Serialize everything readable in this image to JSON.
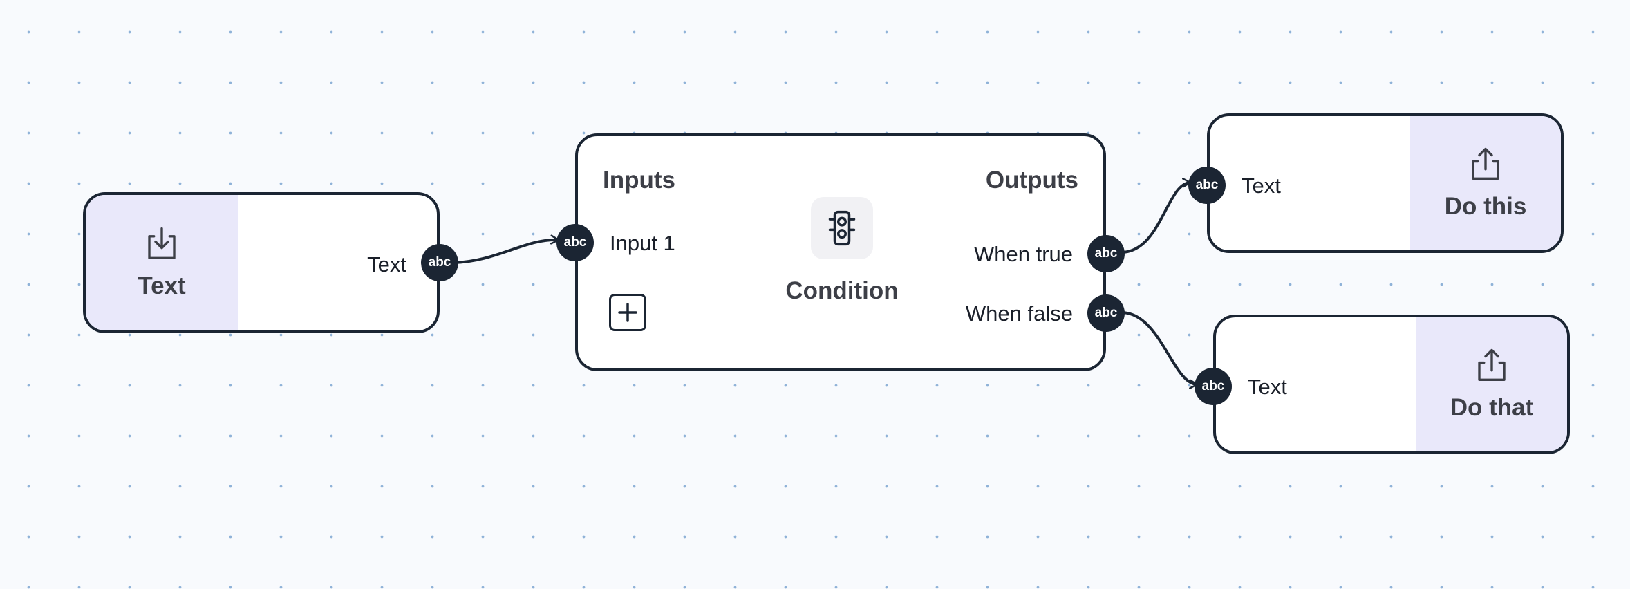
{
  "colors": {
    "canvas": "#f8fafd",
    "dot": "#8fb2d8",
    "node_border": "#1b2533",
    "panel": "#e9e8fa",
    "port": "#1b2533"
  },
  "input_node": {
    "label": "Text",
    "icon": "import-icon",
    "port_label": "Text",
    "port_type": "abc"
  },
  "condition_node": {
    "inputs_heading": "Inputs",
    "outputs_heading": "Outputs",
    "title": "Condition",
    "icon": "traffic-light-icon",
    "input_port": {
      "label": "Input 1",
      "type": "abc"
    },
    "add_icon": "plus-square-icon",
    "true_port": {
      "label": "When true",
      "type": "abc"
    },
    "false_port": {
      "label": "When false",
      "type": "abc"
    }
  },
  "do_this_node": {
    "label": "Do this",
    "icon": "export-icon",
    "port_label": "Text",
    "port_type": "abc"
  },
  "do_that_node": {
    "label": "Do that",
    "icon": "export-icon",
    "port_label": "Text",
    "port_type": "abc"
  }
}
